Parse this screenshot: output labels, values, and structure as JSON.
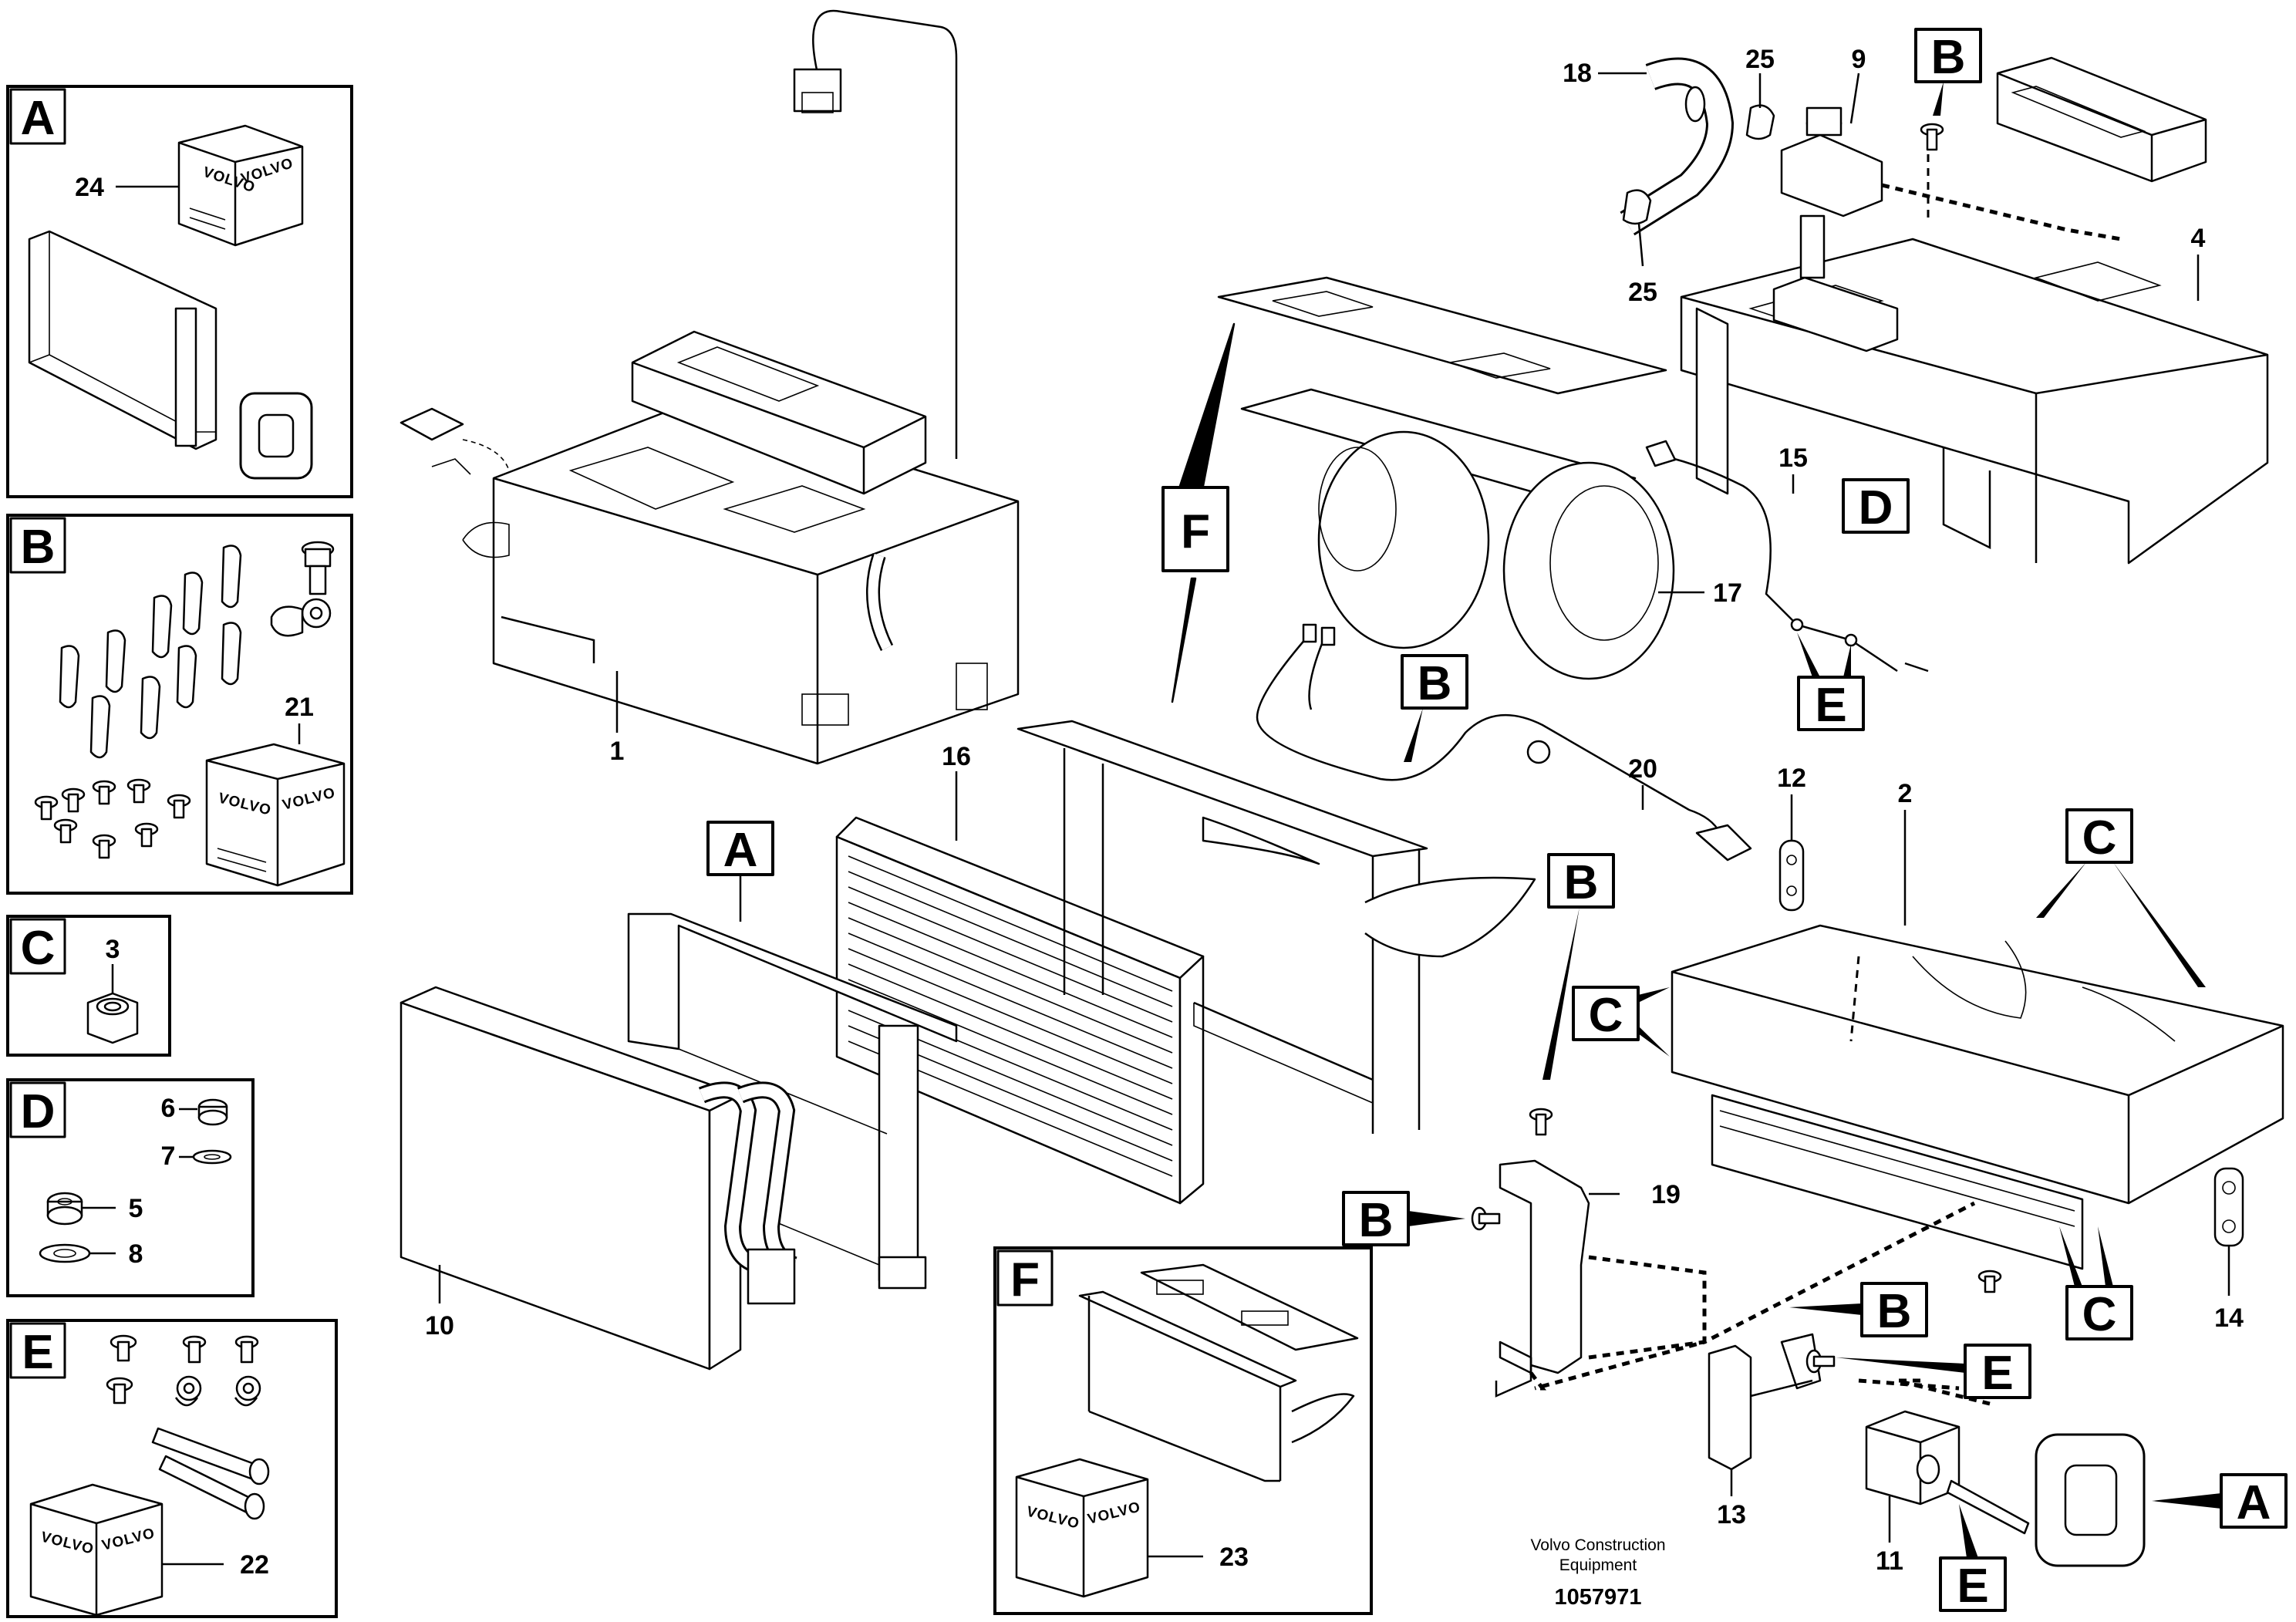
{
  "kits": {
    "A": {
      "letter": "A",
      "item": "24",
      "brand": "VOLVO"
    },
    "B": {
      "letter": "B",
      "item": "21",
      "brand": "VOLVO"
    },
    "C": {
      "letter": "C",
      "item": "3"
    },
    "D": {
      "letter": "D",
      "items": [
        "6",
        "7",
        "5",
        "8"
      ]
    },
    "E": {
      "letter": "E",
      "item": "22",
      "brand": "VOLVO"
    },
    "F": {
      "letter": "F",
      "item": "23",
      "brand": "VOLVO"
    }
  },
  "callouts": {
    "a": "A",
    "b": "B",
    "c": "C",
    "d": "D",
    "e": "E",
    "f": "F"
  },
  "part_numbers": {
    "p1": "1",
    "p2": "2",
    "p4": "4",
    "p9": "9",
    "p10": "10",
    "p11": "11",
    "p12": "12",
    "p13": "13",
    "p14": "14",
    "p15": "15",
    "p16": "16",
    "p17": "17",
    "p18": "18",
    "p19": "19",
    "p20": "20",
    "p25": "25"
  },
  "footer": {
    "company_line1": "Volvo Construction",
    "company_line2": "Equipment",
    "drawing_number": "1057971"
  }
}
